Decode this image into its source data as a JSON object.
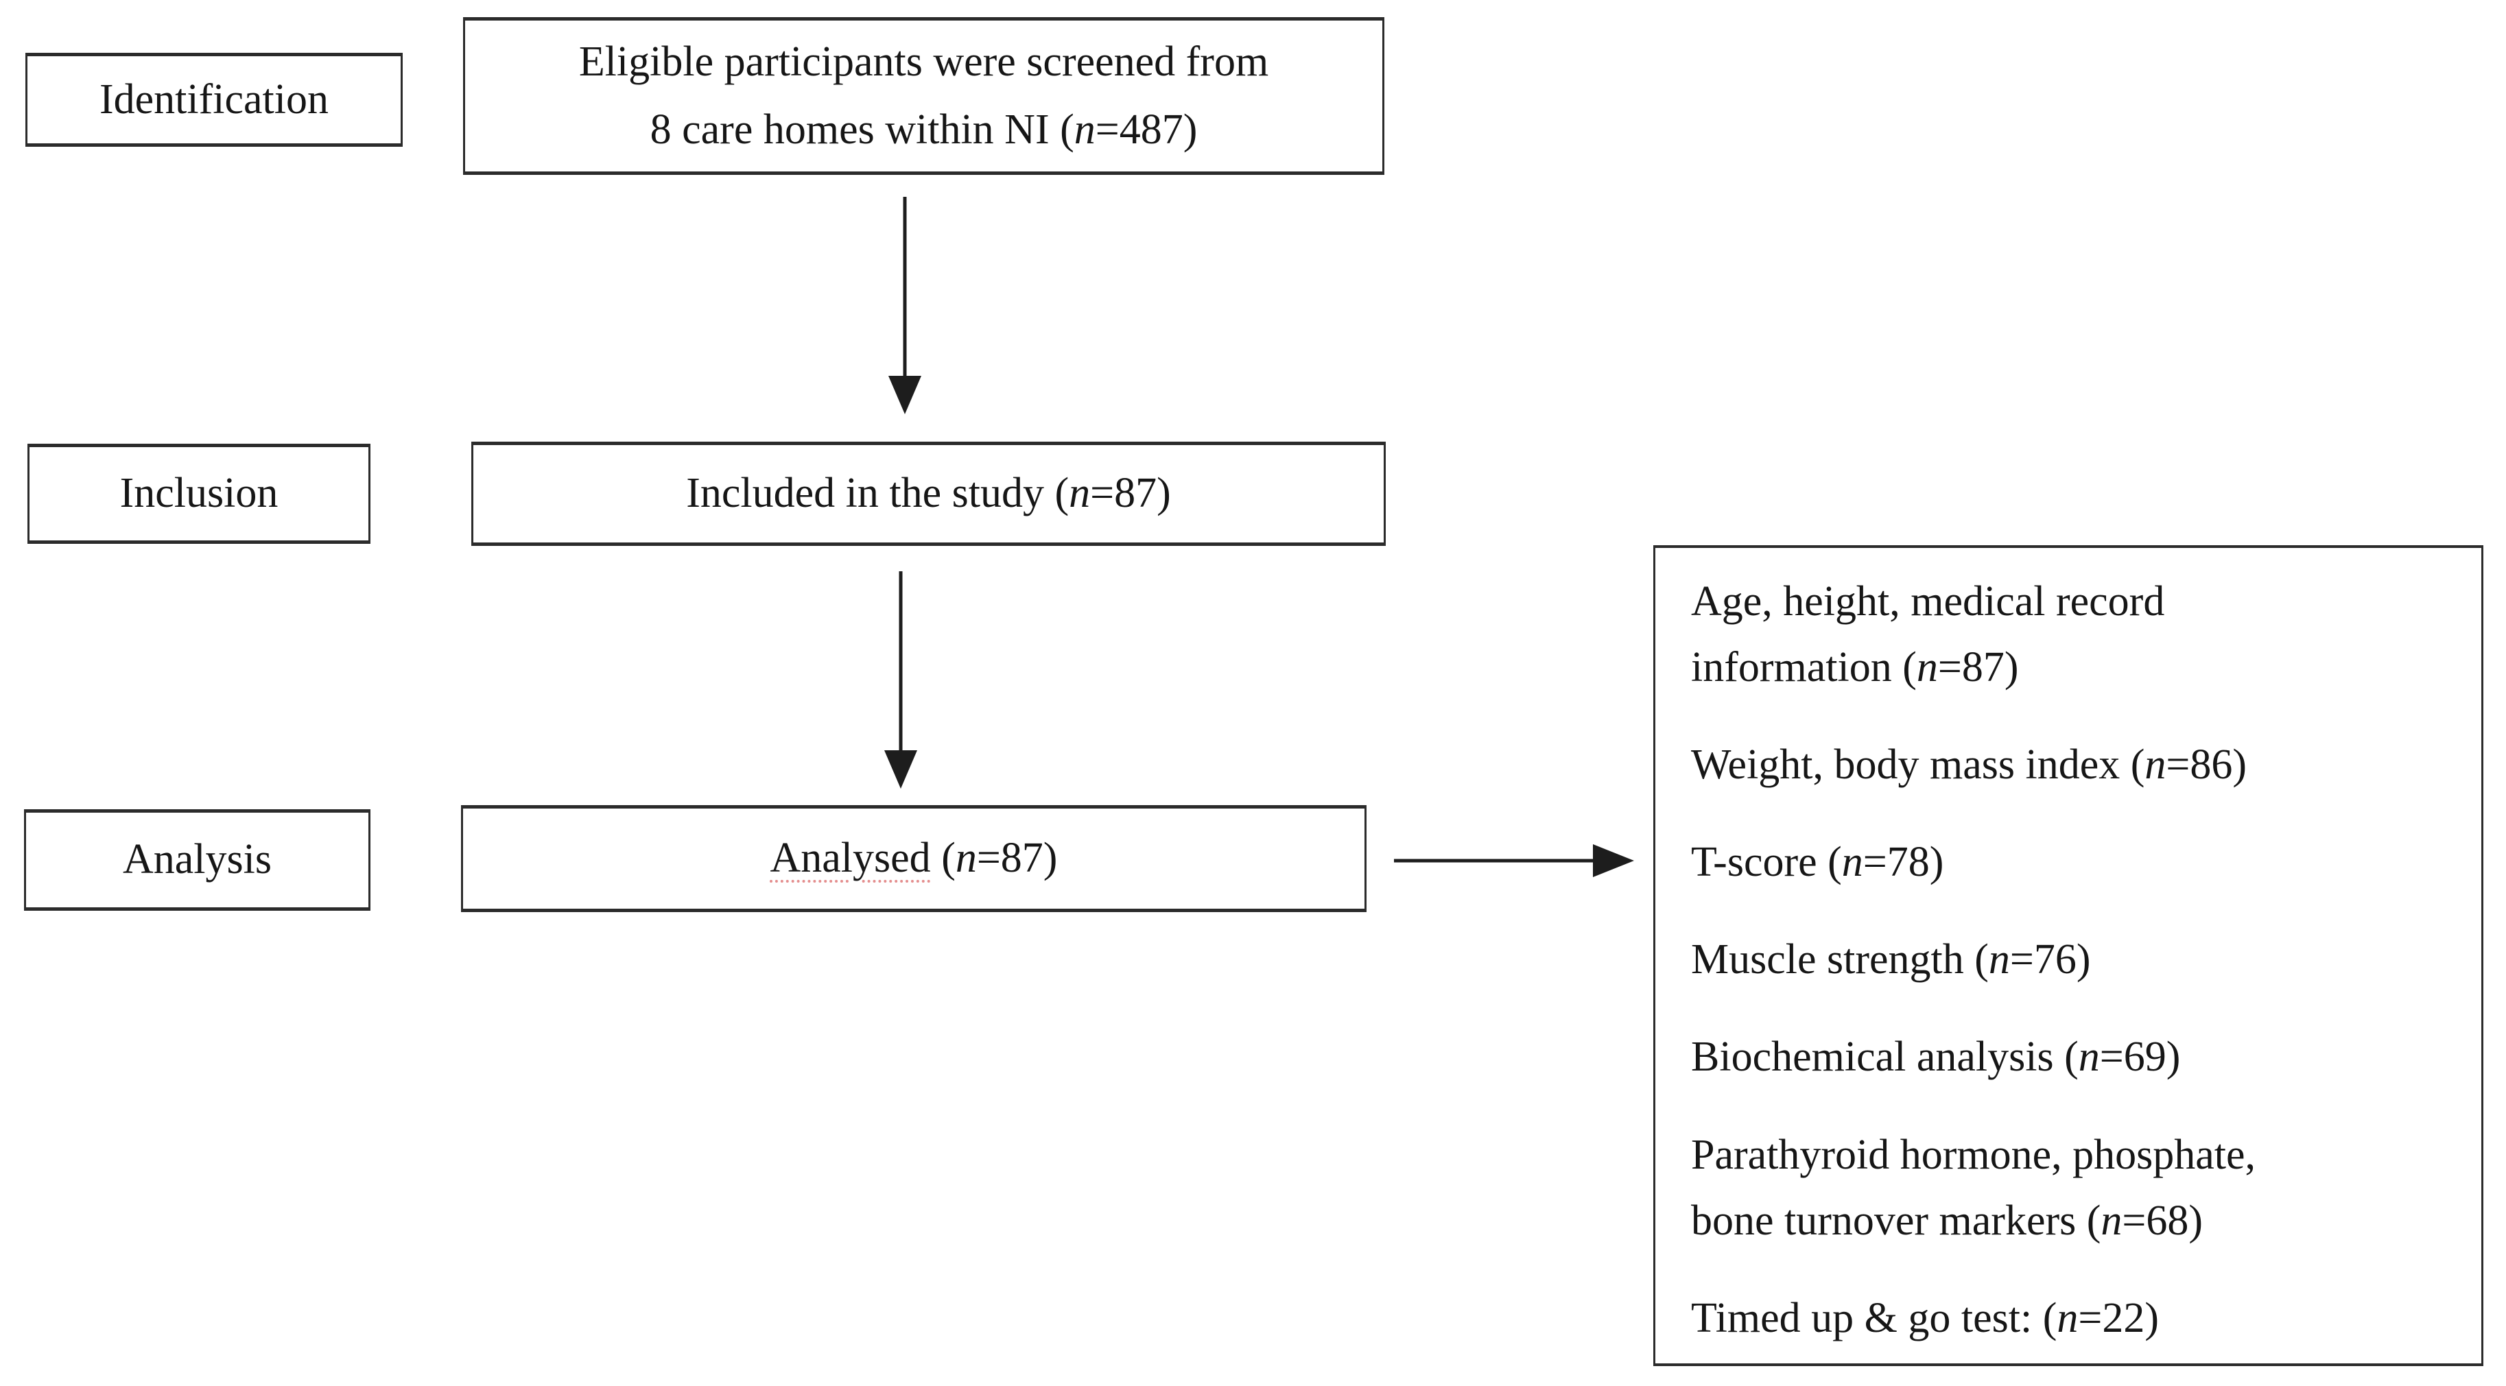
{
  "figure": {
    "stages": [
      {
        "label": "Identification"
      },
      {
        "label": "Inclusion"
      },
      {
        "label": "Analysis"
      }
    ],
    "flow_boxes": [
      {
        "id": "screened",
        "lines": [
          "Eligible participants were screened from",
          "8 care homes within NI (n=487)"
        ]
      },
      {
        "id": "included",
        "lines": [
          "Included in the study (n=87)"
        ]
      },
      {
        "id": "analysed",
        "lines": [
          "Analysed (n=87)"
        ]
      }
    ],
    "outcomes": {
      "items": [
        {
          "lines": [
            "Age, height, medical record",
            "information (n=87)"
          ]
        },
        {
          "lines": [
            "Weight, body mass index (n=86)"
          ]
        },
        {
          "lines": [
            "T-score (n=78)"
          ]
        },
        {
          "lines": [
            "Muscle strength (n=76)"
          ]
        },
        {
          "lines": [
            "Biochemical analysis (n=69)"
          ]
        },
        {
          "lines": [
            "Parathyroid hormone, phosphate,",
            "bone turnover markers (n=68)"
          ]
        },
        {
          "lines": [
            "Timed up & go test: (n=22)"
          ]
        }
      ]
    },
    "colors": {
      "ink": "#161616",
      "border": "#2b2b2b",
      "arrow": "#1d1d1d",
      "background": "#ffffff"
    }
  }
}
